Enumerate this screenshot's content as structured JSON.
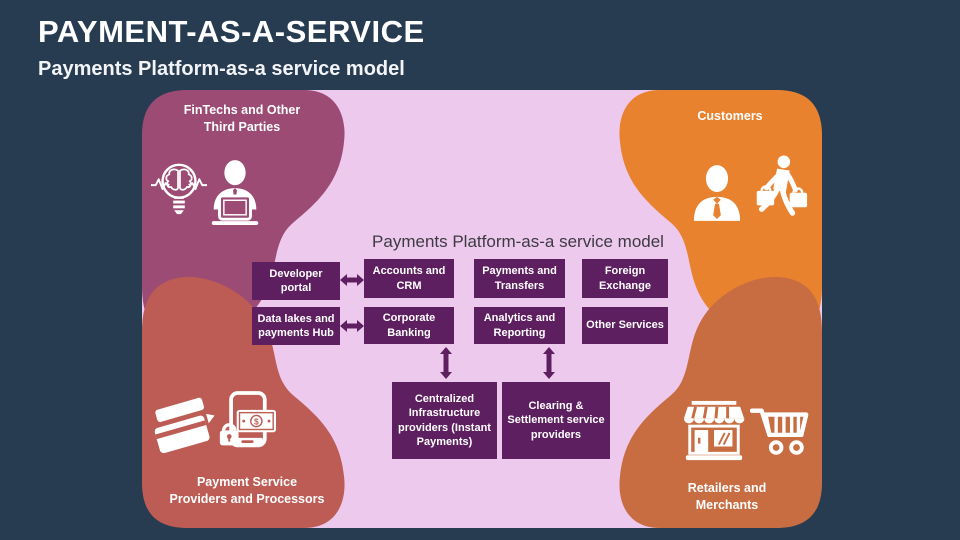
{
  "slide": {
    "title": "PAYMENT-AS-A-SERVICE",
    "subtitle": "Payments Platform-as-a service model"
  },
  "diagram": {
    "heading": "Payments Platform-as-a service model",
    "corners": {
      "fintechs": {
        "label": "FinTechs and Other Third Parties",
        "lines": [
          "FinTechs and Other",
          "Third Parties"
        ],
        "color": "#9C4B74",
        "icons": [
          "innovation-lightbulb-brain-icon",
          "person-at-laptop-icon"
        ]
      },
      "customers": {
        "label": "Customers",
        "lines": [
          "Customers"
        ],
        "color": "#E8822F",
        "icons": [
          "business-person-icon",
          "shopper-with-bags-icon"
        ]
      },
      "payment_providers": {
        "label": "Payment Service Providers and Processors",
        "lines": [
          "Payment Service",
          "Providers and Processors"
        ],
        "color": "#BD5C55",
        "icons": [
          "credit-cards-icon",
          "secure-mobile-payment-icon"
        ]
      },
      "retailers": {
        "label": "Retailers and Merchants",
        "lines": [
          "Retailers and",
          "Merchants"
        ],
        "color": "#C86D42",
        "icons": [
          "storefront-icon",
          "shopping-cart-icon"
        ]
      }
    },
    "platform_boxes": {
      "developer_portal": "Developer portal",
      "data_lakes": "Data lakes and payments Hub",
      "accounts_crm": "Accounts and CRM",
      "payments_transfers": "Payments and Transfers",
      "foreign_exchange": "Foreign Exchange",
      "corporate_banking": "Corporate Banking",
      "analytics_reporting": "Analytics and Reporting",
      "other_services": "Other Services"
    },
    "provider_boxes": {
      "centralized_infrastructure": "Centralized Infrastructure providers (Instant Payments)",
      "clearing_settlement": "Clearing & Settlement service providers"
    },
    "colors": {
      "background": "#273B51",
      "panel": "#EDC9EE",
      "box_purple": "#5E1F61",
      "arrow_purple": "#5E1F61",
      "heading_text": "#3E3A42"
    }
  }
}
